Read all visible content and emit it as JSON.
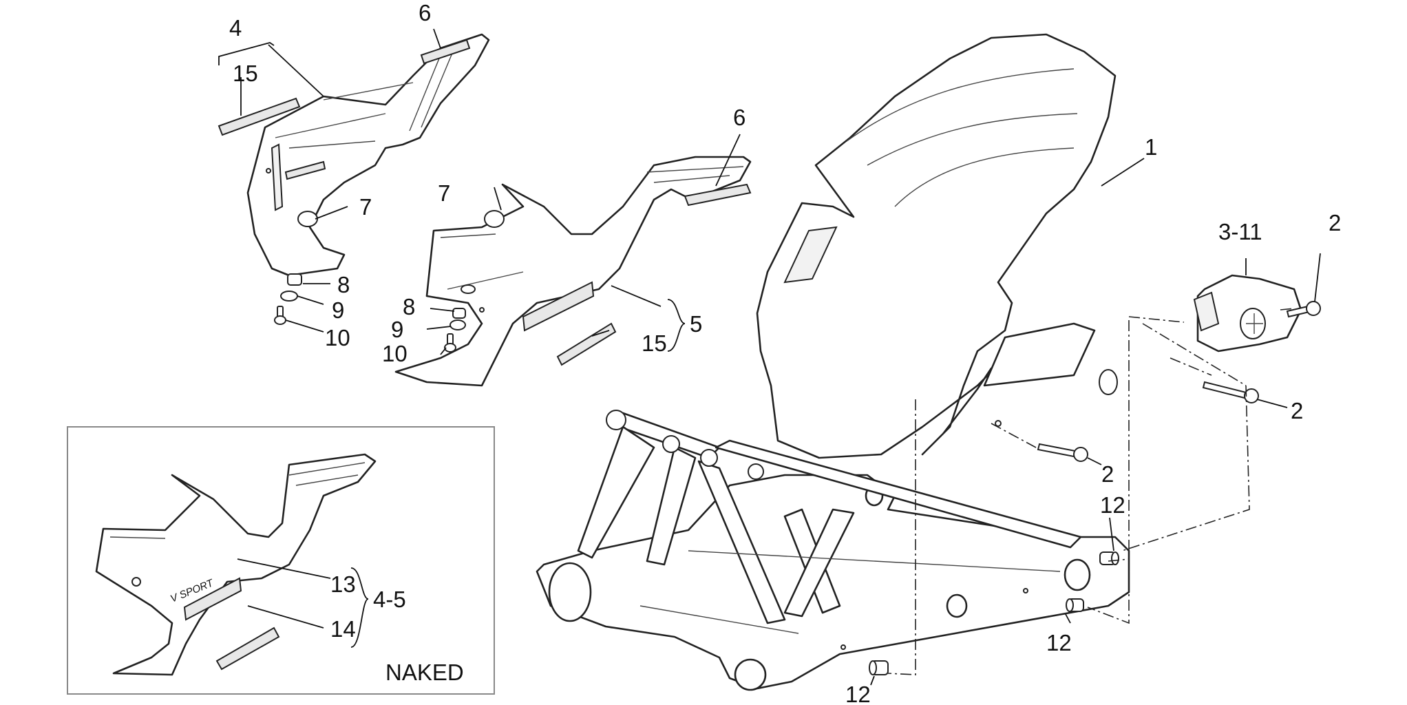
{
  "labels": {
    "l4_top": "4",
    "l6_top": "6",
    "l15_top": "15",
    "l7_left": "7",
    "l8_left": "8",
    "l9_left": "9",
    "l10_left": "10",
    "l6_mid": "6",
    "l7_mid": "7",
    "l8_mid": "8",
    "l9_mid": "9",
    "l10_mid": "10",
    "l15_mid": "15",
    "l5_mid": "5",
    "l1": "1",
    "l3_11": "3-11",
    "l2_a": "2",
    "l2_b": "2",
    "l2_c": "2",
    "l12_a": "12",
    "l12_b": "12",
    "l12_c": "12",
    "l13": "13",
    "l14": "14",
    "l4_5": "4-5"
  },
  "inset": {
    "caption": "NAKED"
  },
  "decal": {
    "logo_text": "V SPORT"
  }
}
